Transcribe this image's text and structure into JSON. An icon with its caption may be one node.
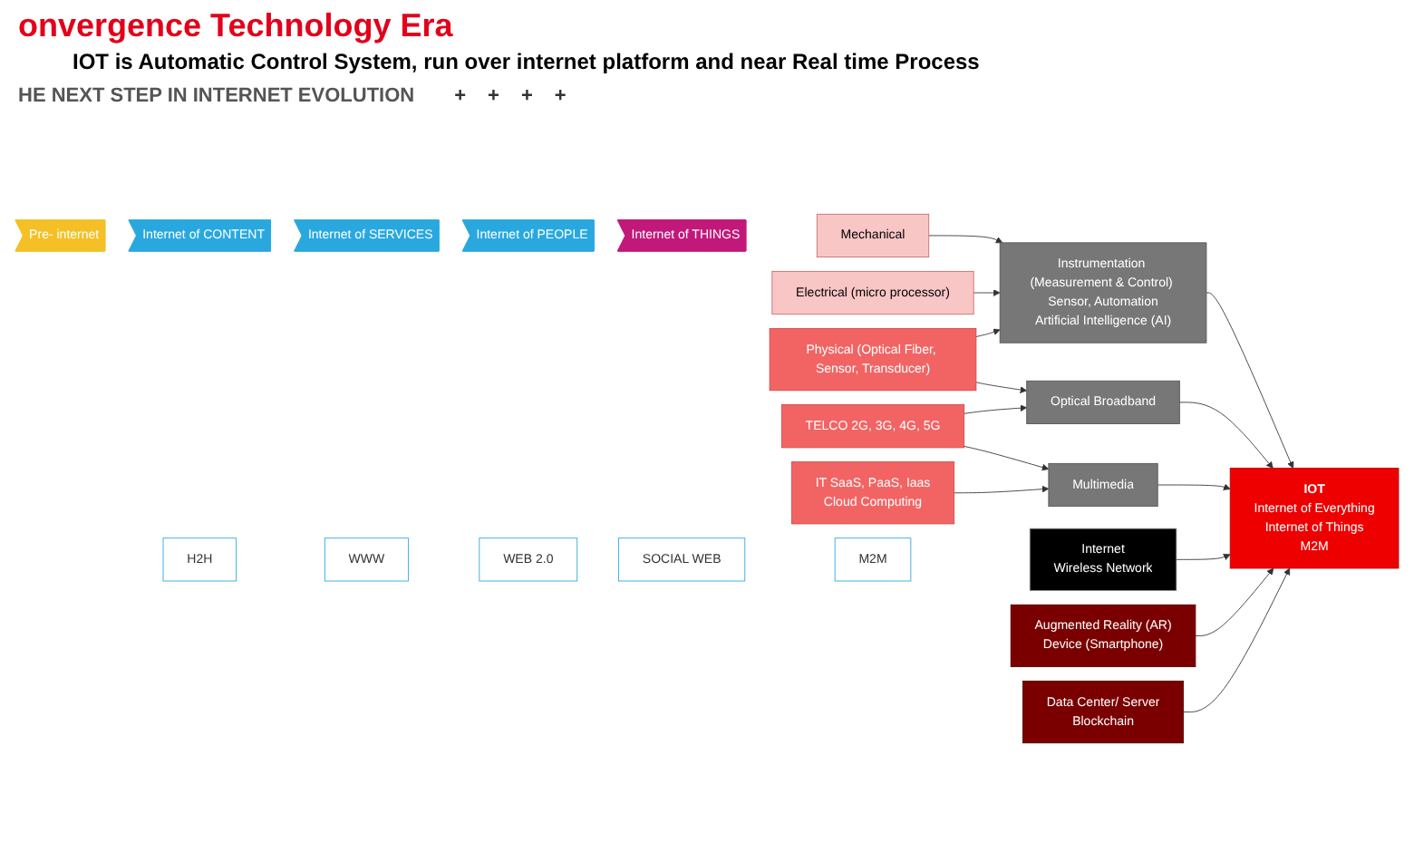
{
  "diagram": {
    "title": "onvergence Technology Era",
    "nodes": [
      {
        "text": [
          "Pre- internet"
        ]
      },
      {
        "text": [
          "Internet of CONTENT"
        ]
      },
      {
        "text": [
          "Internet of SERVICES"
        ]
      },
      {
        "text": [
          "Internet of PEOPLE"
        ]
      },
      {
        "text": [
          "Internet of THINGS"
        ]
      },
      {
        "text": [
          "H2H"
        ]
      },
      {
        "text": [
          "WWW"
        ]
      },
      {
        "text": [
          "WEB 2.0"
        ]
      },
      {
        "text": [
          "SOCIAL WEB"
        ]
      },
      {
        "text": [
          "M2M"
        ]
      },
      {
        "text": [
          "Mechanical"
        ]
      },
      {
        "text": [
          "Electrical (micro processor)"
        ]
      },
      {
        "text": [
          "Physical (Optical Fiber, Sensor, Transducer)"
        ]
      },
      {
        "text": [
          "TELCO 2G, 3G, 4G, 5G"
        ]
      },
      {
        "text": [
          "IT SaaS, PaaS, Iaas",
          "Cloud Computing"
        ]
      },
      {
        "text": [
          "Internet",
          "Wireless Network"
        ]
      },
      {
        "text": [
          "Instrumentation (Measurement & Control) Sensor, Automation",
          "Artificial Intelligence (AI)"
        ]
      },
      {
        "text": [
          "Optical Broadband"
        ]
      },
      {
        "text": [
          "Multimedia"
        ]
      },
      {
        "text": [
          "Augmented Reality (AR)",
          "Device (Smartphone)"
        ]
      },
      {
        "text": [
          "IOT",
          "Internet of Everything",
          "Internet of Things",
          "M2M"
        ]
      },
      {
        "text": [
          "Data Center/ Server",
          "Blockchain"
        ]
      }
    ],
    "edges": [
      {
        "from": 10,
        "to": 16,
        "arrow": "to"
      },
      {
        "from": 11,
        "to": 16,
        "arrow": "to"
      },
      {
        "from": 12,
        "to": 16,
        "arrow": "to"
      },
      {
        "from": 12,
        "to": 17,
        "arrow": "to"
      },
      {
        "from": 13,
        "to": 17,
        "arrow": "to"
      },
      {
        "from": 13,
        "to": 18,
        "arrow": "to"
      },
      {
        "from": 14,
        "to": 18,
        "arrow": "to"
      },
      {
        "from": 16,
        "to": 20,
        "arrow": "to"
      },
      {
        "from": 17,
        "to": 20,
        "arrow": "to"
      },
      {
        "from": 18,
        "to": 20,
        "arrow": "to"
      },
      {
        "from": 15,
        "to": 20,
        "arrow": "to"
      },
      {
        "from": 19,
        "to": 20,
        "arrow": "to"
      },
      {
        "from": 21,
        "to": 20,
        "arrow": "to"
      }
    ],
    "labels": [
      "IOT is Automatic Control System, run over internet platform and near Real time Process",
      "HE NEXT STEP IN INTERNET EVOLUTION",
      "+",
      "+",
      "+",
      "+"
    ]
  }
}
